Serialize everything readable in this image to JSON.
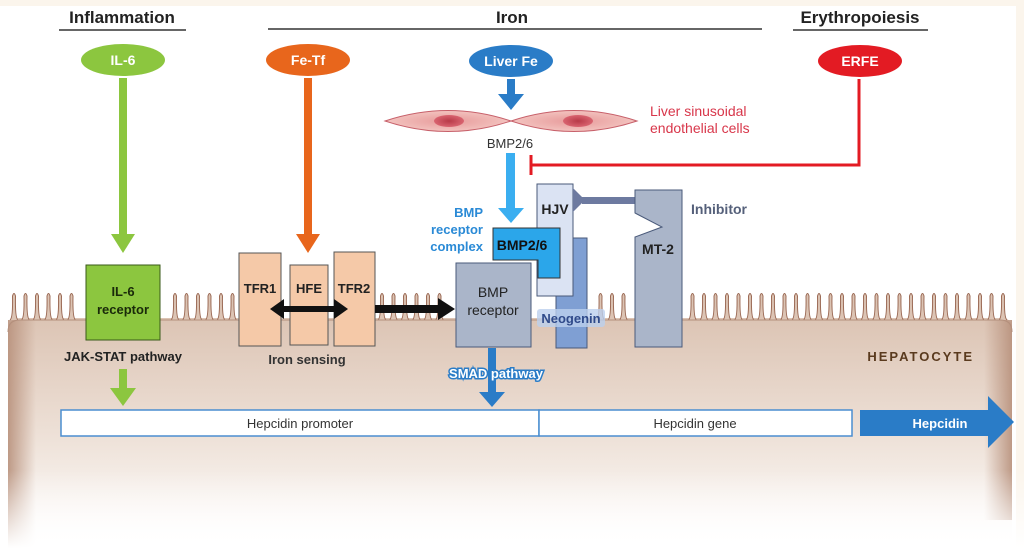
{
  "headers": {
    "inflammation": "Inflammation",
    "iron": "Iron",
    "erythropoiesis": "Erythropoiesis"
  },
  "signals": {
    "il6": "IL-6",
    "fe_tf": "Fe-Tf",
    "liver_fe": "Liver Fe",
    "erfe": "ERFE"
  },
  "liver_cells": {
    "label_line1": "Liver sinusoidal",
    "label_line2": "endothelial cells",
    "bmp_label": "BMP2/6"
  },
  "receptors": {
    "il6_receptor_line1": "IL-6",
    "il6_receptor_line2": "receptor",
    "jak_stat": "JAK-STAT pathway",
    "tfr1": "TFR1",
    "hfe": "HFE",
    "tfr2": "TFR2",
    "iron_sensing": "Iron sensing",
    "bmp_complex_line1": "BMP",
    "bmp_complex_line2": "receptor",
    "bmp_complex_line3": "complex",
    "bmp26_box": "BMP2/6",
    "hjv": "HJV",
    "inhibitor": "Inhibitor",
    "mt2": "MT-2",
    "bmp_receptor_line1": "BMP",
    "bmp_receptor_line2": "receptor",
    "neogenin": "Neogenin",
    "smad": "SMAD pathway"
  },
  "cell": {
    "name": "HEPATOCYTE"
  },
  "gene": {
    "promoter": "Hepcidin promoter",
    "gene": "Hepcidin gene",
    "product": "Hepcidin"
  },
  "colors": {
    "inflammation_green": "#8cc63f",
    "iron_orange": "#e8661c",
    "liver_blue": "#2a7cc7",
    "erfe_red": "#e31b23",
    "bmp_light_blue": "#3aaef0",
    "tfr_peach": "#f5c9a8",
    "receptor_gray": "#aab5c9",
    "neogenin_blue": "#7f9fd3",
    "hepatocyte_brown": "#5a3a1e",
    "liver_cell_text": "#d8364a",
    "inhibitor_text": "#55607a"
  }
}
